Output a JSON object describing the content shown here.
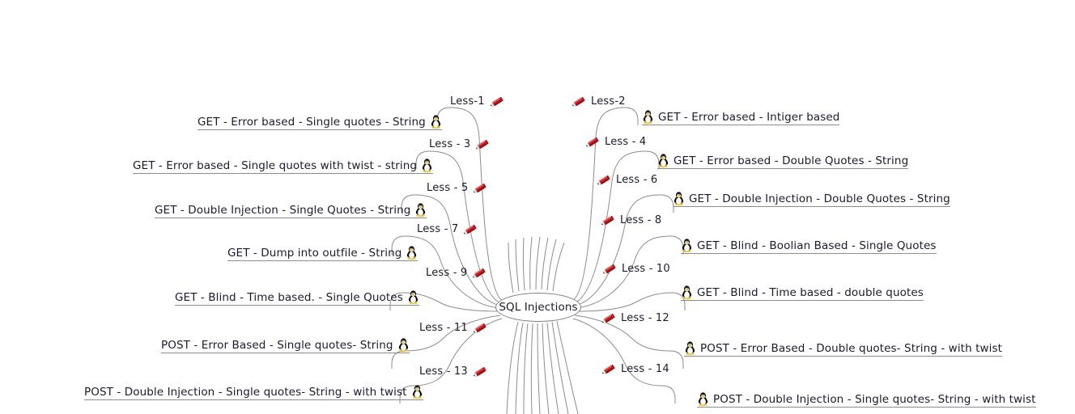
{
  "document": {
    "type": "mindmap",
    "title": "SQL Injections"
  },
  "central": {
    "label": "SQL Injections"
  },
  "icons": {
    "pencil": "pencil-icon",
    "tux": "tux-linux-icon"
  },
  "colors": {
    "pencil_body": "#c9161b",
    "pencil_tip": "#ffffff",
    "tux_body": "#000000",
    "tux_beak": "#f5c211",
    "edge": "#8c8c8c",
    "text": "#1a1a2e",
    "background": "#ffffff"
  },
  "branches": [
    {
      "id": "less-1",
      "side": "left",
      "branch_label": "Less-1",
      "leaf_label": "GET - Error based - Single quotes - String"
    },
    {
      "id": "less-2",
      "side": "right",
      "branch_label": "Less-2",
      "leaf_label": "GET - Error based - Intiger based"
    },
    {
      "id": "less-3",
      "side": "left",
      "branch_label": "Less - 3",
      "leaf_label": "GET - Error based - Single quotes with twist - string"
    },
    {
      "id": "less-4",
      "side": "right",
      "branch_label": "Less - 4",
      "leaf_label": "GET - Error based - Double Quotes - String"
    },
    {
      "id": "less-5",
      "side": "left",
      "branch_label": "Less - 5",
      "leaf_label": "GET - Double Injection - Single Quotes - String"
    },
    {
      "id": "less-6",
      "side": "right",
      "branch_label": "Less - 6",
      "leaf_label": "GET - Double Injection - Double Quotes - String"
    },
    {
      "id": "less-7",
      "side": "left",
      "branch_label": "Less - 7",
      "leaf_label": "GET - Dump into outfile - String"
    },
    {
      "id": "less-8",
      "side": "right",
      "branch_label": "Less - 8",
      "leaf_label": "GET - Blind - Boolian Based - Single Quotes"
    },
    {
      "id": "less-9",
      "side": "left",
      "branch_label": "Less - 9",
      "leaf_label": "GET - Blind - Time based. -  Single Quotes"
    },
    {
      "id": "less-10",
      "side": "right",
      "branch_label": "Less - 10",
      "leaf_label": "GET - Blind - Time based - double quotes"
    },
    {
      "id": "less-11",
      "side": "left",
      "branch_label": "Less - 11",
      "leaf_label": "POST - Error Based - Single quotes- String"
    },
    {
      "id": "less-12",
      "side": "right",
      "branch_label": "Less - 12",
      "leaf_label": "POST - Error Based - Double quotes- String - with twist"
    },
    {
      "id": "less-13",
      "side": "left",
      "branch_label": "Less - 13",
      "leaf_label": "POST - Double Injection - Single quotes- String - with twist"
    },
    {
      "id": "less-14",
      "side": "right",
      "branch_label": "Less - 14",
      "leaf_label": "POST - Double Injection - Single quotes- String - with twist"
    }
  ]
}
